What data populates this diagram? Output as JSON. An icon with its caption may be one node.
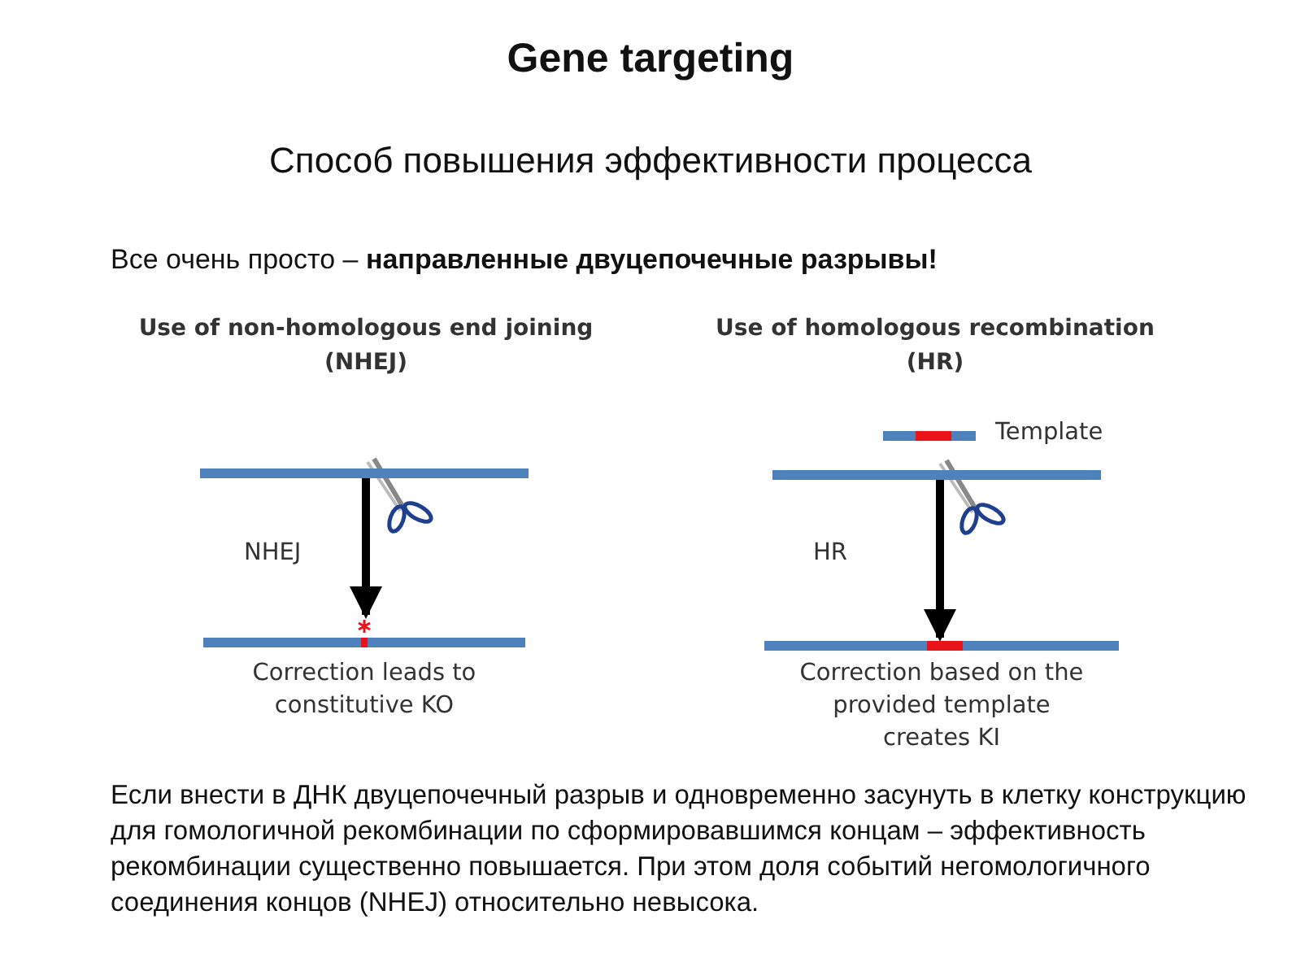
{
  "diagram": {
    "title": "Gene targeting",
    "nodes": [
      {
        "text": [],
        "shape": "bar"
      },
      {
        "text": [],
        "shape": "bar",
        "beside": [
          "Correction leads to constitutive KO"
        ]
      },
      {
        "text": [],
        "shape": "bar",
        "beside": [
          "Template"
        ]
      },
      {
        "text": [],
        "shape": "bar"
      },
      {
        "text": [],
        "shape": "bar",
        "beside": [
          "Correction based on the provided template creates KI"
        ]
      }
    ],
    "edges": [
      {
        "from": 0,
        "to": 1,
        "arrow": "to",
        "label": "NHEJ"
      },
      {
        "from": 3,
        "to": 4,
        "arrow": "to",
        "label": "HR"
      }
    ],
    "labels": [
      "Способ повышения эффективности процесса",
      "Все очень просто – **направленные двуцепочечные разрывы!**",
      "Use of non-homologous end joining (NHEJ)",
      "Use of homologous recombination (HR)",
      "Если внести в ДНК двуцепочечный разрыв и одновременно засунуть в клетку конструкцию для гомологичной рекомбинации по сформировавшимся концам – эффективность рекомбинации существенно повышается. При этом доля событий негомологичного соединения концов (NHEJ) относительно невысока."
    ]
  }
}
